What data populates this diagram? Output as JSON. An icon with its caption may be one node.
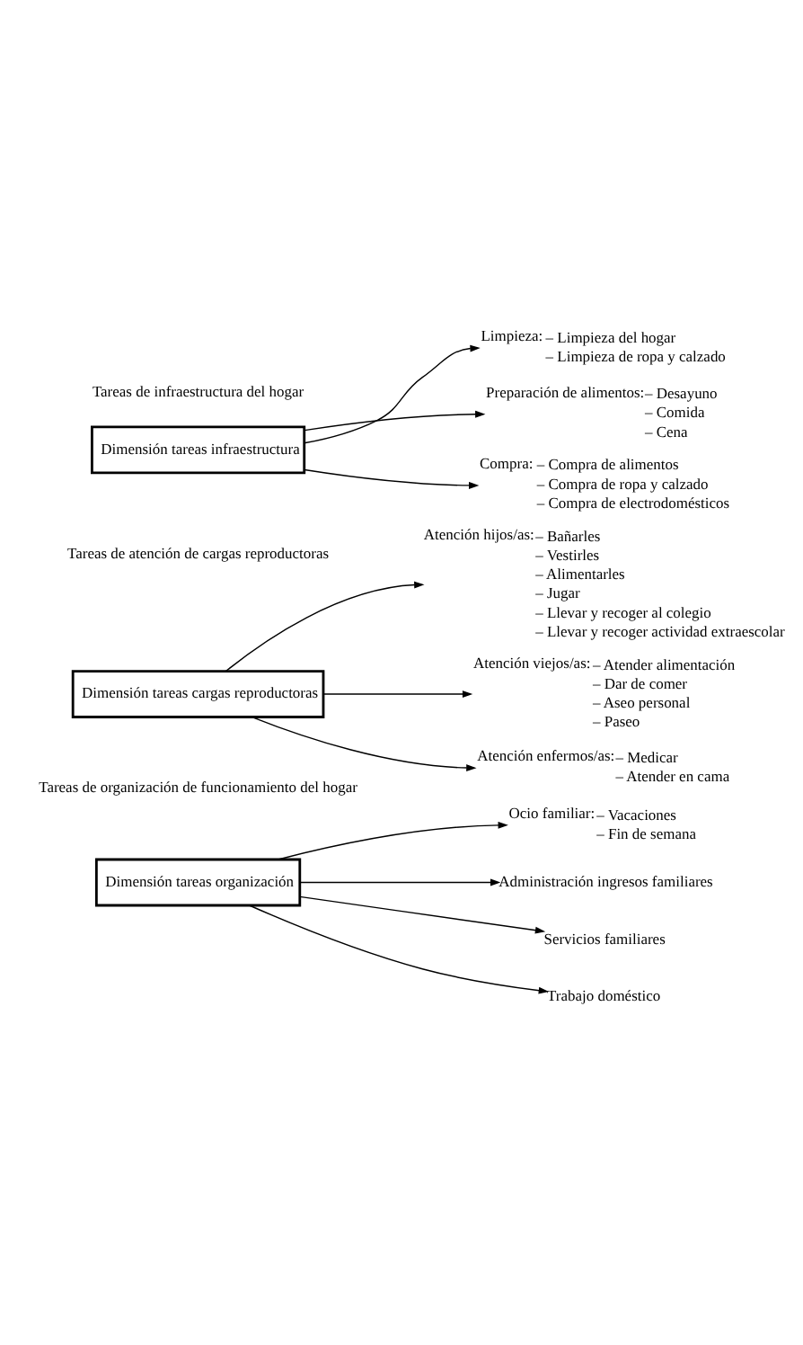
{
  "diagram": {
    "nodes": [
      {
        "text": [
          "Dimensión tareas infraestructura"
        ]
      },
      {
        "text": [
          "Limpieza:"
        ],
        "beside": [
          "– Limpieza del hogar",
          "– Limpieza de ropa y calzado"
        ]
      },
      {
        "text": [
          "Preparación de alimentos:"
        ],
        "beside": [
          "– Desayuno",
          "– Comida",
          "– Cena"
        ]
      },
      {
        "text": [
          "Compra:"
        ],
        "beside": [
          "– Compra de alimentos",
          "– Compra de ropa y calzado",
          "– Compra de electrodomésticos"
        ]
      },
      {
        "text": [
          "Dimensión tareas cargas reproductoras"
        ]
      },
      {
        "text": [
          "Atención hijos/as:"
        ],
        "beside": [
          "– Bañarles",
          "– Vestirles",
          "– Alimentarles",
          "– Jugar",
          "– Llevar y recoger al colegio",
          "– Llevar y recoger actividad extraescolar"
        ]
      },
      {
        "text": [
          "Atención viejos/as:"
        ],
        "beside": [
          "– Atender alimentación",
          "– Dar de comer",
          "– Aseo personal",
          "– Paseo"
        ]
      },
      {
        "text": [
          "Atención enfermos/as:"
        ],
        "beside": [
          "– Medicar",
          "– Atender en cama"
        ]
      },
      {
        "text": [
          "Dimensión tareas organización"
        ]
      },
      {
        "text": [
          "Ocio familiar:"
        ],
        "beside": [
          "– Vacaciones",
          "– Fin de semana"
        ]
      },
      {
        "text": [
          "Administración ingresos familiares"
        ]
      },
      {
        "text": [
          "Servicios familiares"
        ]
      },
      {
        "text": [
          "Trabajo doméstico"
        ]
      }
    ],
    "edges": [
      {
        "from": 0,
        "to": 1,
        "arrow": "to"
      },
      {
        "from": 0,
        "to": 2,
        "arrow": "to"
      },
      {
        "from": 0,
        "to": 3,
        "arrow": "to"
      },
      {
        "from": 4,
        "to": 5,
        "arrow": "to"
      },
      {
        "from": 4,
        "to": 6,
        "arrow": "to"
      },
      {
        "from": 4,
        "to": 7,
        "arrow": "to"
      },
      {
        "from": 8,
        "to": 9,
        "arrow": "to"
      },
      {
        "from": 8,
        "to": 10,
        "arrow": "to"
      },
      {
        "from": 8,
        "to": 11,
        "arrow": "to"
      },
      {
        "from": 8,
        "to": 12,
        "arrow": "to"
      }
    ],
    "labels": [
      "Tareas de infraestructura del hogar",
      "Tareas de atención de cargas reproductoras",
      "Tareas de organización de funcionamiento del hogar"
    ]
  }
}
